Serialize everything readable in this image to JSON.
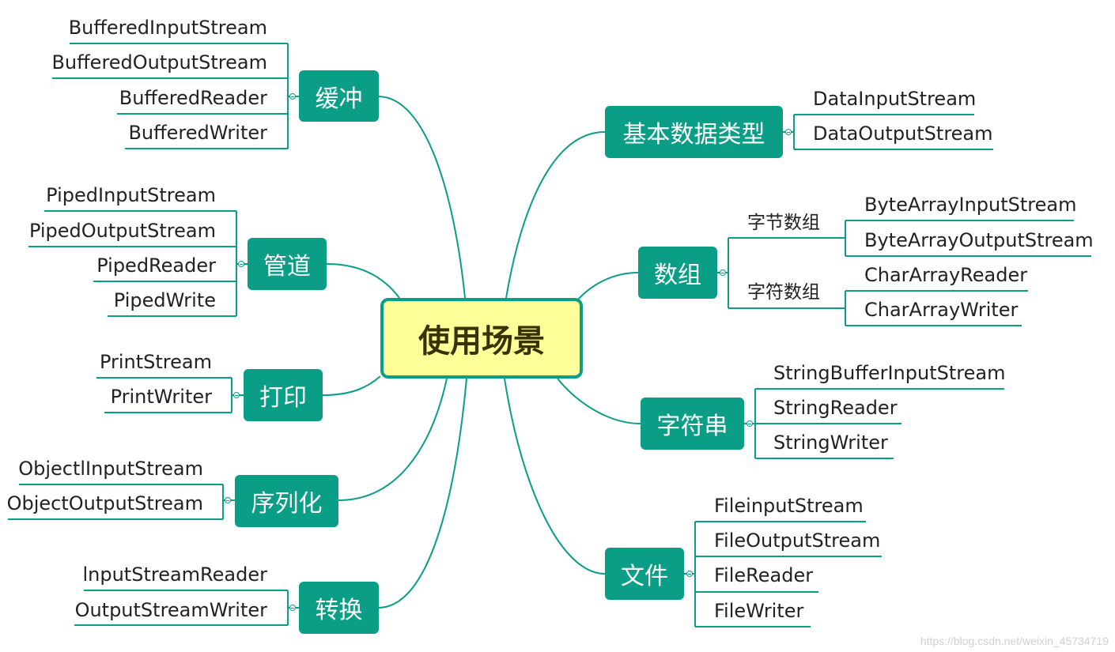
{
  "root": {
    "label": "使用场景"
  },
  "branches": {
    "buffer": {
      "label": "缓冲",
      "items": [
        "BufferedInputStream",
        "BufferedOutputStream",
        "BufferedReader",
        "BufferedWriter"
      ]
    },
    "pipe": {
      "label": "管道",
      "items": [
        "PipedInputStream",
        "PipedOutputStream",
        "PipedReader",
        "PipedWrite"
      ]
    },
    "print": {
      "label": "打印",
      "items": [
        "PrintStream",
        "PrintWriter"
      ]
    },
    "serialize": {
      "label": "序列化",
      "items": [
        "ObjectlInputStream",
        "ObjectOutputStream"
      ]
    },
    "convert": {
      "label": "转换",
      "items": [
        "lnputStreamReader",
        "OutputStreamWriter"
      ]
    },
    "basic": {
      "label": "基本数据类型",
      "items": [
        "DataInputStream",
        "DataOutputStream"
      ]
    },
    "array": {
      "label": "数组",
      "byte": {
        "label": "字节数组",
        "items": [
          "ByteArrayInputStream",
          "ByteArrayOutputStream"
        ]
      },
      "char": {
        "label": "字符数组",
        "items": [
          "CharArrayReader",
          "CharArrayWriter"
        ]
      }
    },
    "string": {
      "label": "字符串",
      "items": [
        "StringBufferInputStream",
        "StringReader",
        "StringWriter"
      ]
    },
    "file": {
      "label": "文件",
      "items": [
        "FileinputStream",
        "FileOutputStream",
        "FileReader",
        "FileWriter"
      ]
    }
  },
  "watermark": "https://blog.csdn.net/weixin_45734719",
  "colors": {
    "branch": "#0a9e86",
    "root_fill": "#ffff99",
    "line": "#0a9e86"
  }
}
